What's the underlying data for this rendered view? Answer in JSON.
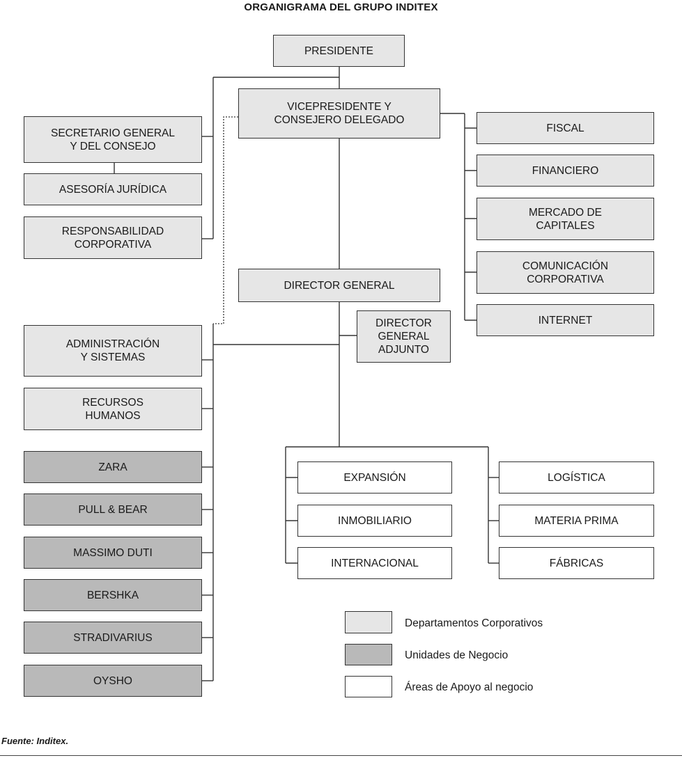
{
  "title": "ORGANIGRAMA DEL GRUPO INDITEX",
  "source": "Fuente: Inditex.",
  "colors": {
    "corporativo": "#e6e6e6",
    "negocio": "#b9b9b9",
    "apoyo": "#ffffff",
    "line": "#333333"
  },
  "nodes": {
    "presidente": "PRESIDENTE",
    "vicepresidente": "VICEPRESIDENTE Y\nCONSEJERO DELEGADO",
    "secretario": "SECRETARIO GENERAL\nY DEL CONSEJO",
    "asesoria": "ASESORÍA JURÍDICA",
    "responsabilidad": "RESPONSABILIDAD\nCORPORATIVA",
    "fiscal": "FISCAL",
    "financiero": "FINANCIERO",
    "mercado": "MERCADO DE\nCAPITALES",
    "comunicacion": "COMUNICACIÓN\nCORPORATIVA",
    "internet": "INTERNET",
    "director_general": "DIRECTOR GENERAL",
    "director_adjunto": "DIRECTOR\nGENERAL\nADJUNTO",
    "administracion": "ADMINISTRACIÓN\nY SISTEMAS",
    "recursos": "RECURSOS\nHUMANOS",
    "zara": "ZARA",
    "pullbear": "PULL & BEAR",
    "massimo": "MASSIMO DUTI",
    "bershka": "BERSHKA",
    "stradivarius": "STRADIVARIUS",
    "oysho": "OYSHO",
    "expansion": "EXPANSIÓN",
    "inmobiliario": "INMOBILIARIO",
    "internacional": "INTERNACIONAL",
    "logistica": "LOGÍSTICA",
    "materia": "MATERIA PRIMA",
    "fabricas": "FÁBRICAS"
  },
  "legend": [
    {
      "key": "corporativo",
      "label": "Departamentos Corporativos"
    },
    {
      "key": "negocio",
      "label": "Unidades de Negocio"
    },
    {
      "key": "apoyo",
      "label": "Áreas de Apoyo al negocio"
    }
  ]
}
